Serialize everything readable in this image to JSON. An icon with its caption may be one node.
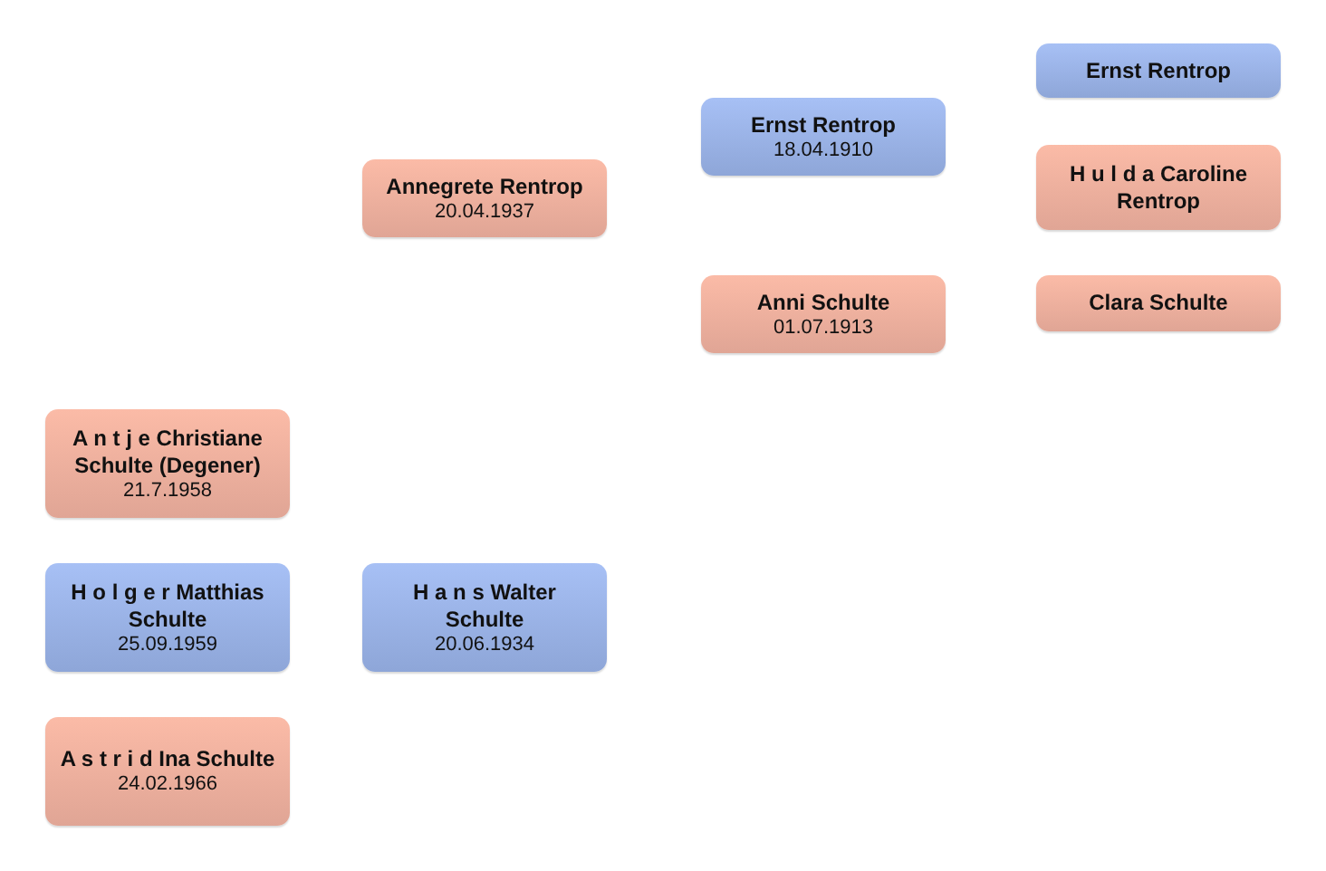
{
  "diagram": {
    "nodes": [
      {
        "text": [
          "A n t j e Christiane Schulte (Degener)",
          "21.7.1958"
        ]
      },
      {
        "text": [
          "H o l g e r Matthias Schulte",
          "25.09.1959"
        ]
      },
      {
        "text": [
          "A s t r i d Ina Schulte",
          "24.02.1966"
        ]
      },
      {
        "text": [
          "Annegrete Rentrop",
          "20.04.1937"
        ]
      },
      {
        "text": [
          "H a n s Walter Schulte",
          "20.06.1934"
        ]
      },
      {
        "text": [
          "Ernst Rentrop",
          "18.04.1910"
        ]
      },
      {
        "text": [
          "Anni Schulte",
          "01.07.1913"
        ]
      },
      {
        "text": [
          "Ernst Rentrop"
        ]
      },
      {
        "text": [
          "H u l d a Caroline Rentrop"
        ]
      },
      {
        "text": [
          "Clara Schulte"
        ]
      }
    ]
  }
}
